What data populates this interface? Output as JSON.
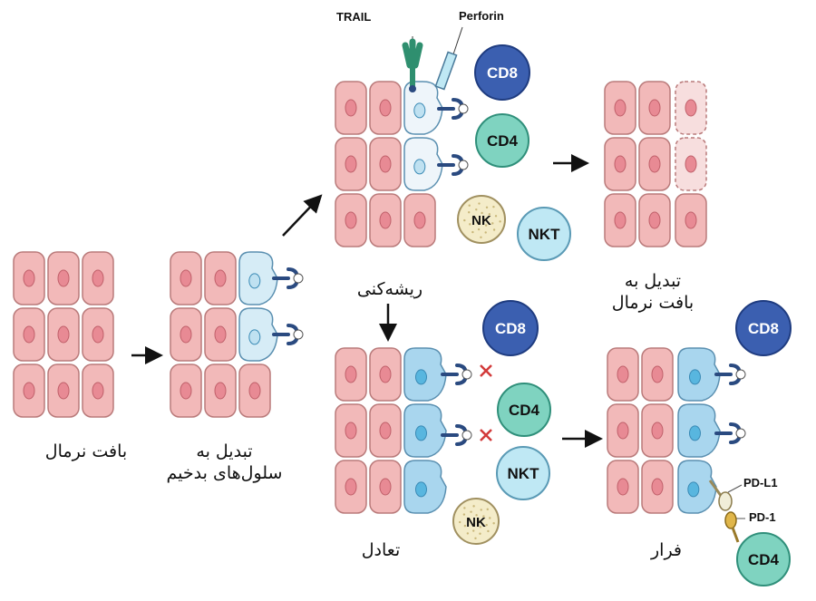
{
  "stages": {
    "normal_tissue": "بافت نرمال",
    "transformation_line1": "تبدیل به",
    "transformation_line2": "سلول‌های بدخیم",
    "elimination": "ریشه‌کنی",
    "return_line1": "تبدیل به",
    "return_line2": "بافت نرمال",
    "equilibrium": "تعادل",
    "escape": "فرار"
  },
  "molecules": {
    "trail": "TRAIL",
    "perforin": "Perforin",
    "pd_l1": "PD-L1",
    "pd_1": "PD-1"
  },
  "immune_cells": {
    "cd8": "CD8",
    "cd4": "CD4",
    "nk": "NK",
    "nkt": "NKT"
  },
  "colors": {
    "normal_cell": "#f2b9b9",
    "normal_cell_border": "#b97a7a",
    "normal_nucleus": "#e88a94",
    "tumor_light": "#d6ecf6",
    "tumor_dark": "#a9d6ee",
    "tumor_nucleus": "#58b6df",
    "cd8": "#3b5fb0",
    "cd4": "#7fd3c0",
    "nk": "#f4ecc9",
    "nkt": "#bfe8f4",
    "receptor": "#2a4a80",
    "x_mark": "#d23a3a"
  }
}
